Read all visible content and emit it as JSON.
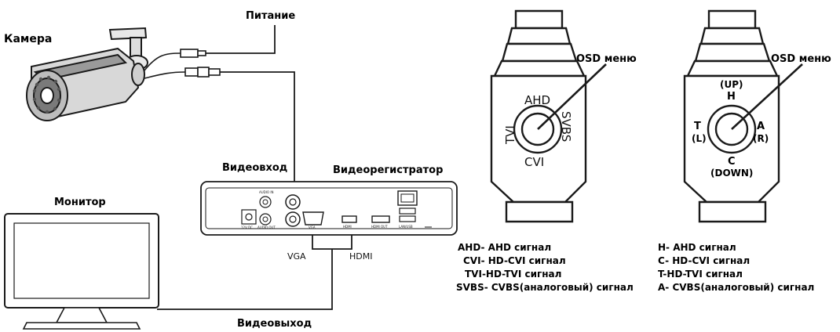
{
  "left_diagram": {
    "camera_label": "Камера",
    "power_label": "Питание",
    "video_in_label": "Видеовход",
    "dvr_label": "Видеорегистратор",
    "monitor_label": "Монитор",
    "video_out_label": "Видеовыход",
    "vga_label": "VGA",
    "hdmi_label": "HDMI",
    "dvr_ports": {
      "audio_in": "AUDIO IN",
      "audio_out": "AUDIO OUT",
      "dc": "12V DC",
      "vga": "VGA",
      "hdmi": "HDMI",
      "hdmi_out": "HDMI OUT",
      "lan_usb": "LAN/USB"
    }
  },
  "connector_left": {
    "osd_label": "OSD меню",
    "top": "AHD",
    "bottom": "CVI",
    "left": "TVI",
    "right": "SVBS"
  },
  "connector_right": {
    "osd_label": "OSD меню",
    "top_paren": "(UP)",
    "top": "H",
    "bottom": "C",
    "bottom_paren": "(DOWN)",
    "left": "T",
    "left_paren": "(L)",
    "right": "A",
    "right_paren": "(R)"
  },
  "legend_left": [
    {
      "code": "AHD",
      "text": "- AHD сигнал"
    },
    {
      "code": "CVI",
      "text": "- HD-CVI сигнал"
    },
    {
      "code": "TVI",
      "text": "-HD-TVI сигнал"
    },
    {
      "code": "SVBS",
      "text": "- CVBS(аналоговый) сигнал"
    }
  ],
  "legend_right": [
    {
      "code": "H",
      "text": "- AHD сигнал"
    },
    {
      "code": "C",
      "text": "- HD-CVI сигнал"
    },
    {
      "code": "T",
      "text": "-HD-TVI сигнал"
    },
    {
      "code": "A",
      "text": "- CVBS(аналоговый) сигнал"
    }
  ]
}
